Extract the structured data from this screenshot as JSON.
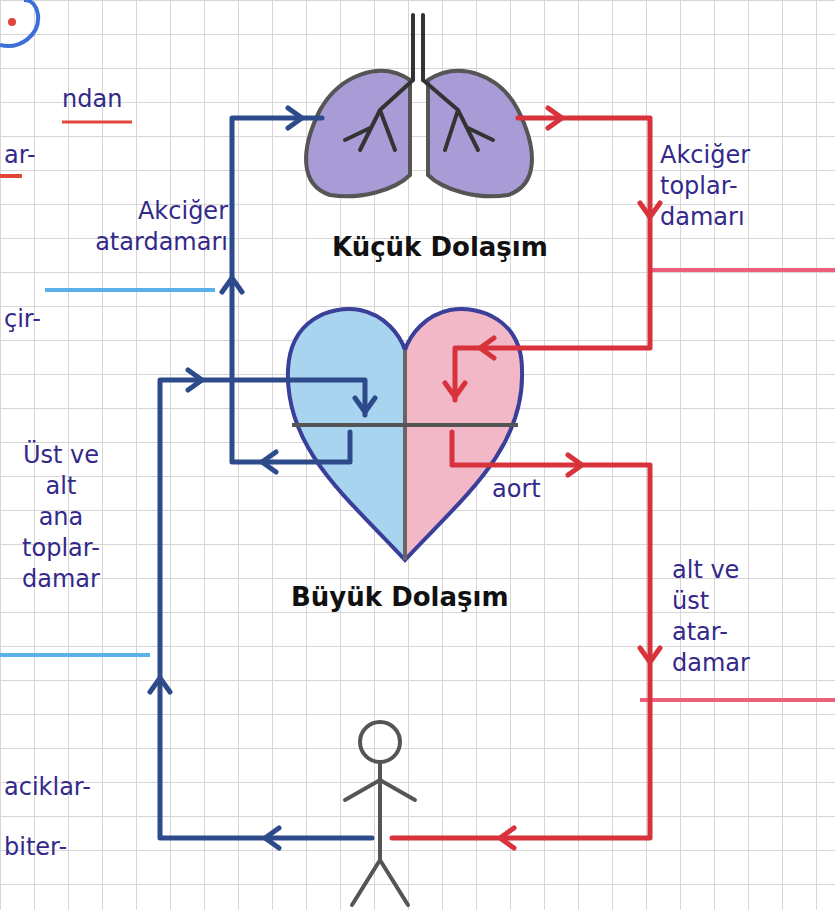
{
  "diagram": {
    "labels": [
      "ndan",
      "ar-",
      "çir-",
      "Akciğer atardamarı",
      "Küçük Dolaşım",
      "Akciğer toplar- damarı",
      "aort",
      "Üst ve alt ana toplar- damar",
      "Büyük Dolaşım",
      "alt ve üst atar- damar",
      "aciklar-",
      "biter-"
    ]
  }
}
